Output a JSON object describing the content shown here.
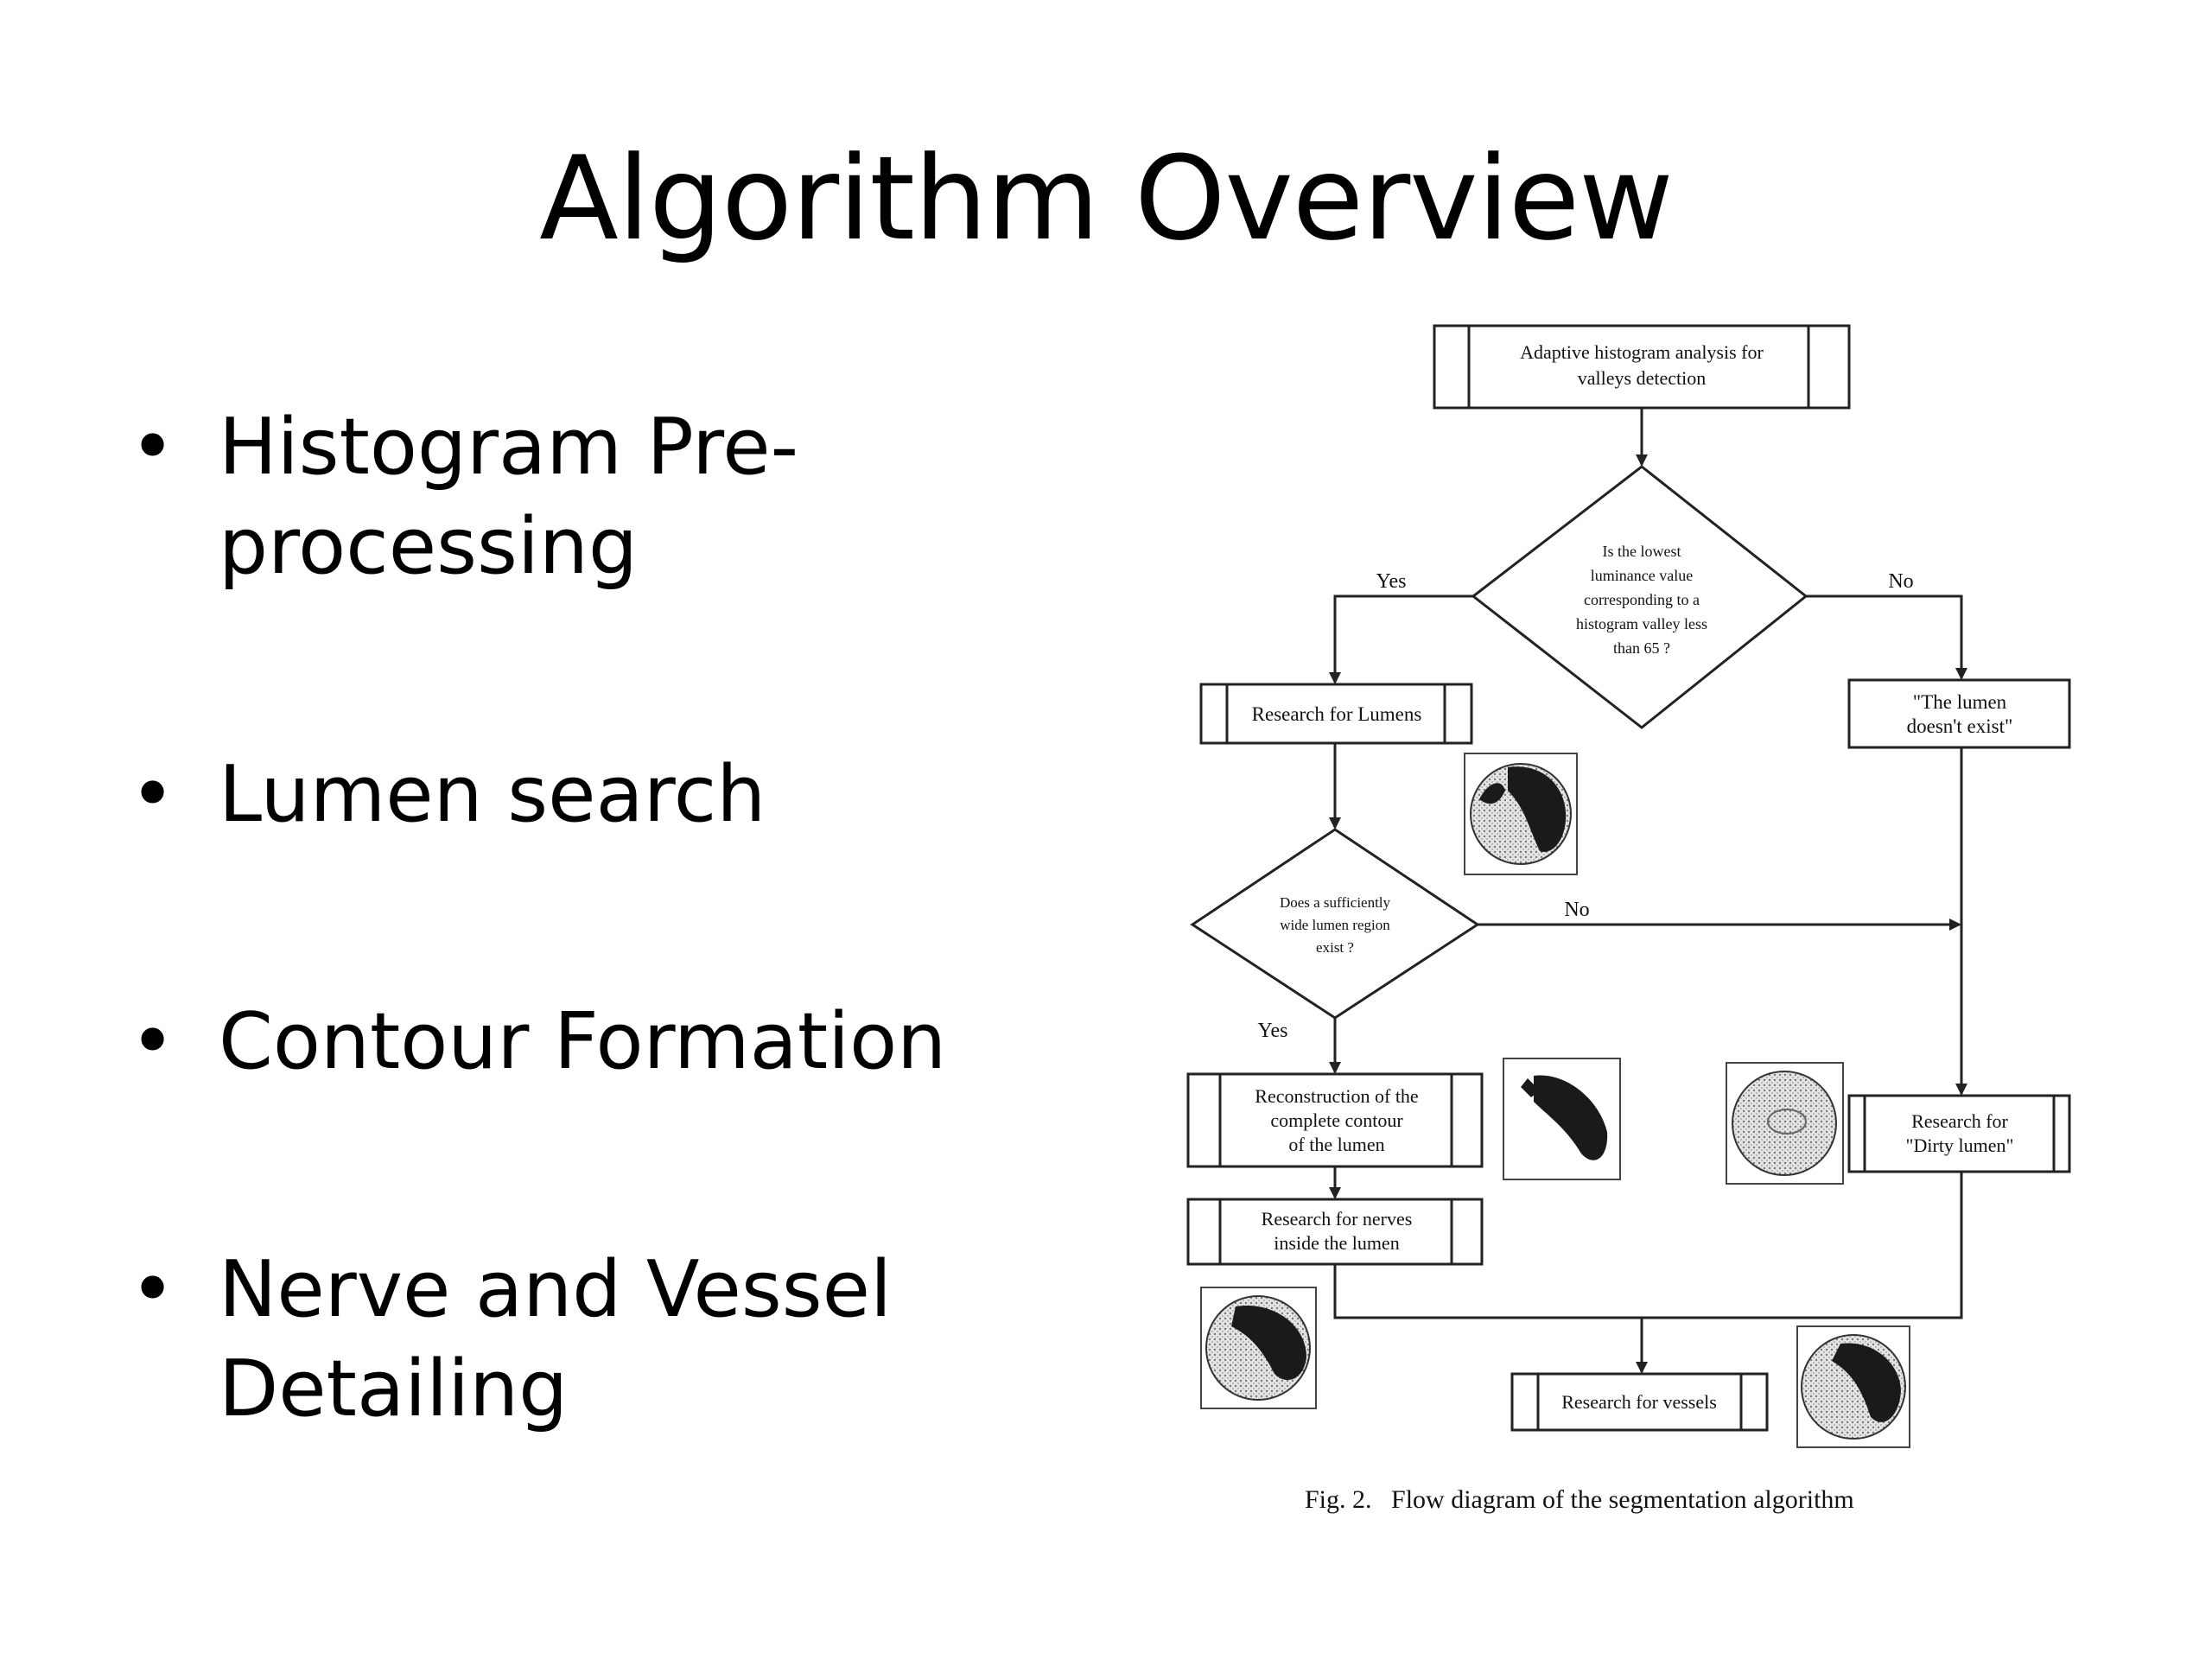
{
  "slide": {
    "title": "Algorithm Overview",
    "bullets": [
      {
        "line1": "Histogram Pre-",
        "line2": "processing"
      },
      {
        "line1": "Lumen search",
        "line2": ""
      },
      {
        "line1": "Contour Formation",
        "line2": ""
      },
      {
        "line1": "Nerve and Vessel",
        "line2": "Detailing"
      }
    ]
  },
  "flowchart": {
    "nodes": {
      "adaptive": [
        "Adaptive histogram analysis for",
        "valleys detection"
      ],
      "decision1": [
        "Is the lowest",
        "luminance value",
        "corresponding  to a",
        "histogram valley less",
        "than 65 ?"
      ],
      "research_lumens": [
        "Research for Lumens"
      ],
      "lumen_not_exist": [
        "\"The lumen",
        "doesn't exist\""
      ],
      "decision2": [
        "Does a sufficiently",
        "wide lumen region",
        "exist ?"
      ],
      "reconstruction": [
        "Reconstruction of the",
        "complete contour",
        "of the lumen"
      ],
      "dirty_lumen": [
        "Research for",
        "\"Dirty lumen\""
      ],
      "nerves": [
        "Research for nerves",
        "inside the lumen"
      ],
      "vessels": [
        "Research for vessels"
      ]
    },
    "edge_labels": {
      "yes1": "Yes",
      "no1": "No",
      "no2": "No",
      "yes2": "Yes"
    },
    "caption": "Fig. 2.   Flow diagram of the segmentation algorithm"
  }
}
